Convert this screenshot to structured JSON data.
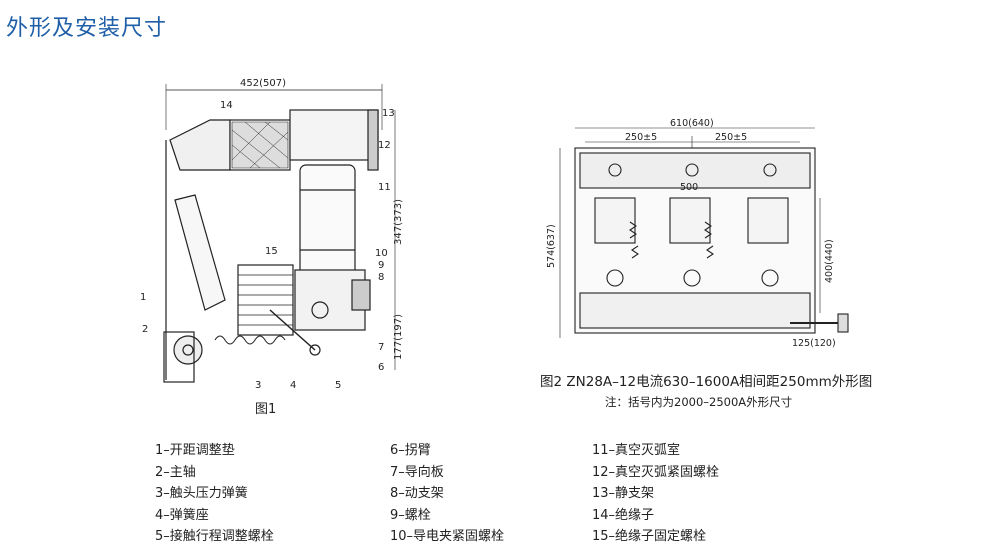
{
  "page_title": "外形及安装尺寸",
  "figure1": {
    "caption": "图1",
    "dims": {
      "width": "452(507)",
      "height_upper": "347(373)",
      "height_lower": "177(197)"
    },
    "callouts": [
      "1",
      "2",
      "3",
      "4",
      "5",
      "6",
      "7",
      "8",
      "9",
      "10",
      "11",
      "12",
      "13",
      "14",
      "15"
    ]
  },
  "figure2": {
    "caption": "图2 ZN28A–12电流630–1600A相间距250mm外形图",
    "note": "注：括号内为2000–2500A外形尺寸",
    "dims": {
      "width": "610(640)",
      "pitch_left": "250±5",
      "pitch_right": "250±5",
      "inner": "500",
      "height": "574(637)",
      "height_right": "400(440)",
      "shaft": "125(120)"
    }
  },
  "legend": {
    "col1": [
      "1–开距调整垫",
      "2–主轴",
      "3–触头压力弹簧",
      "4–弹簧座",
      "5–接触行程调整螺栓"
    ],
    "col2": [
      "6–拐臂",
      "7–导向板",
      "8–动支架",
      "9–螺栓",
      "10–导电夹紧固螺栓"
    ],
    "col3": [
      "11–真空灭弧室",
      "12–真空灭弧紧固螺栓",
      "13–静支架",
      "14–绝缘子",
      "15–绝缘子固定螺栓"
    ]
  }
}
